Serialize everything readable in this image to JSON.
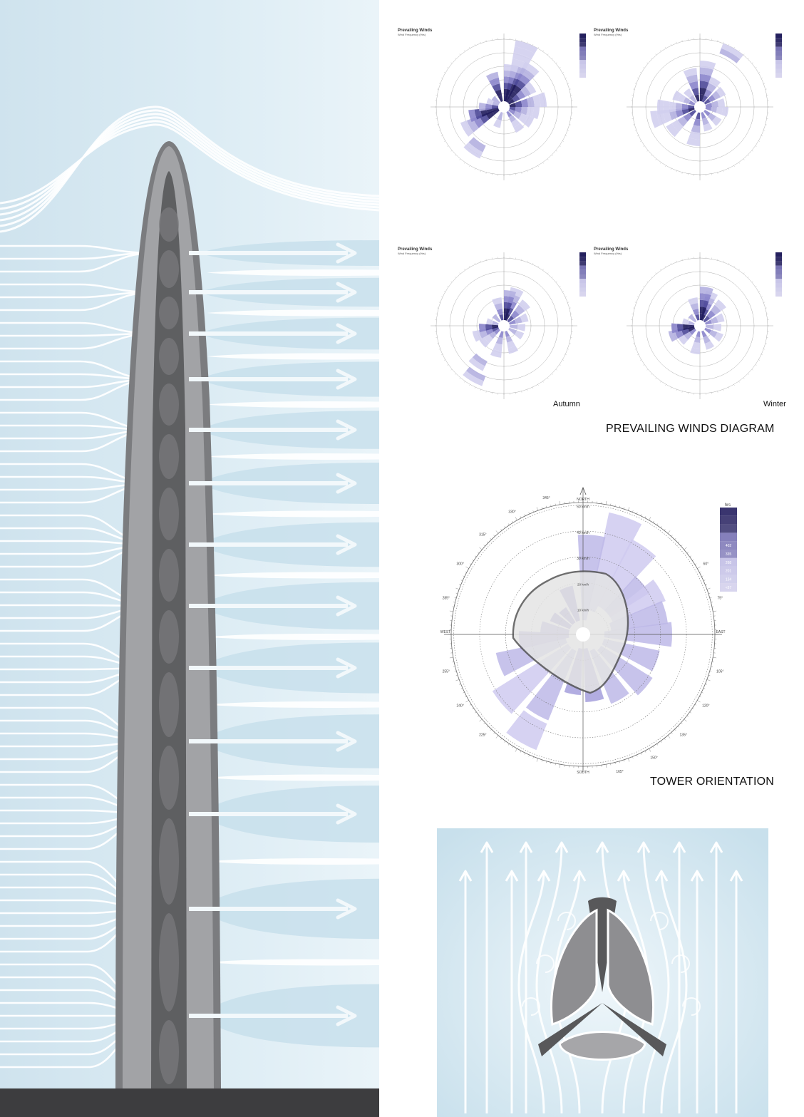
{
  "headings": {
    "winds": "PREVAILING WINDS DIAGRAM",
    "orientation": "TOWER ORIENTATION"
  },
  "colors": {
    "sky_light": "#e8f3f9",
    "sky": "#d3e7f1",
    "tower_dark": "#5e5f61",
    "tower_mid": "#7b7c7f",
    "tower_light": "#a2a3a6",
    "ground": "#3d3d3f",
    "wind_light": "#cbc8ec",
    "wind_dark": "#1a1850"
  },
  "roses": [
    {
      "title": "Prevailing Winds",
      "subtitle": "Wind Frequency (Hrs)",
      "season": ""
    },
    {
      "title": "Prevailing Winds",
      "subtitle": "Wind Frequency (Hrs)",
      "season": ""
    },
    {
      "title": "Prevailing Winds",
      "subtitle": "Wind Frequency (Hrs)",
      "season": "Autumn"
    },
    {
      "title": "Prevailing Winds",
      "subtitle": "Wind Frequency (Hrs)",
      "season": "Winter"
    }
  ],
  "orientation_rose": {
    "north": "NORTH",
    "south": "SOUTH",
    "east": "EAST",
    "west": "WEST",
    "ring_labels": [
      "50 km/h",
      "40 km/h",
      "30 km/h",
      "20 km/h",
      "10 km/h"
    ],
    "legend_title": "hrs",
    "legend_values": [
      "",
      "",
      "",
      "",
      "402",
      "335",
      "268",
      "201",
      "134",
      "<67"
    ],
    "degree_labels": [
      "345°",
      "330°",
      "315°",
      "300°",
      "285°",
      "255°",
      "240°",
      "225°",
      "60°",
      "75°",
      "105°",
      "120°",
      "135°",
      "150°",
      "165°"
    ]
  },
  "rose_rings": [
    "50 km/h",
    "40 km/h",
    "30 km/h",
    "20 km/h",
    "10 km/h"
  ]
}
